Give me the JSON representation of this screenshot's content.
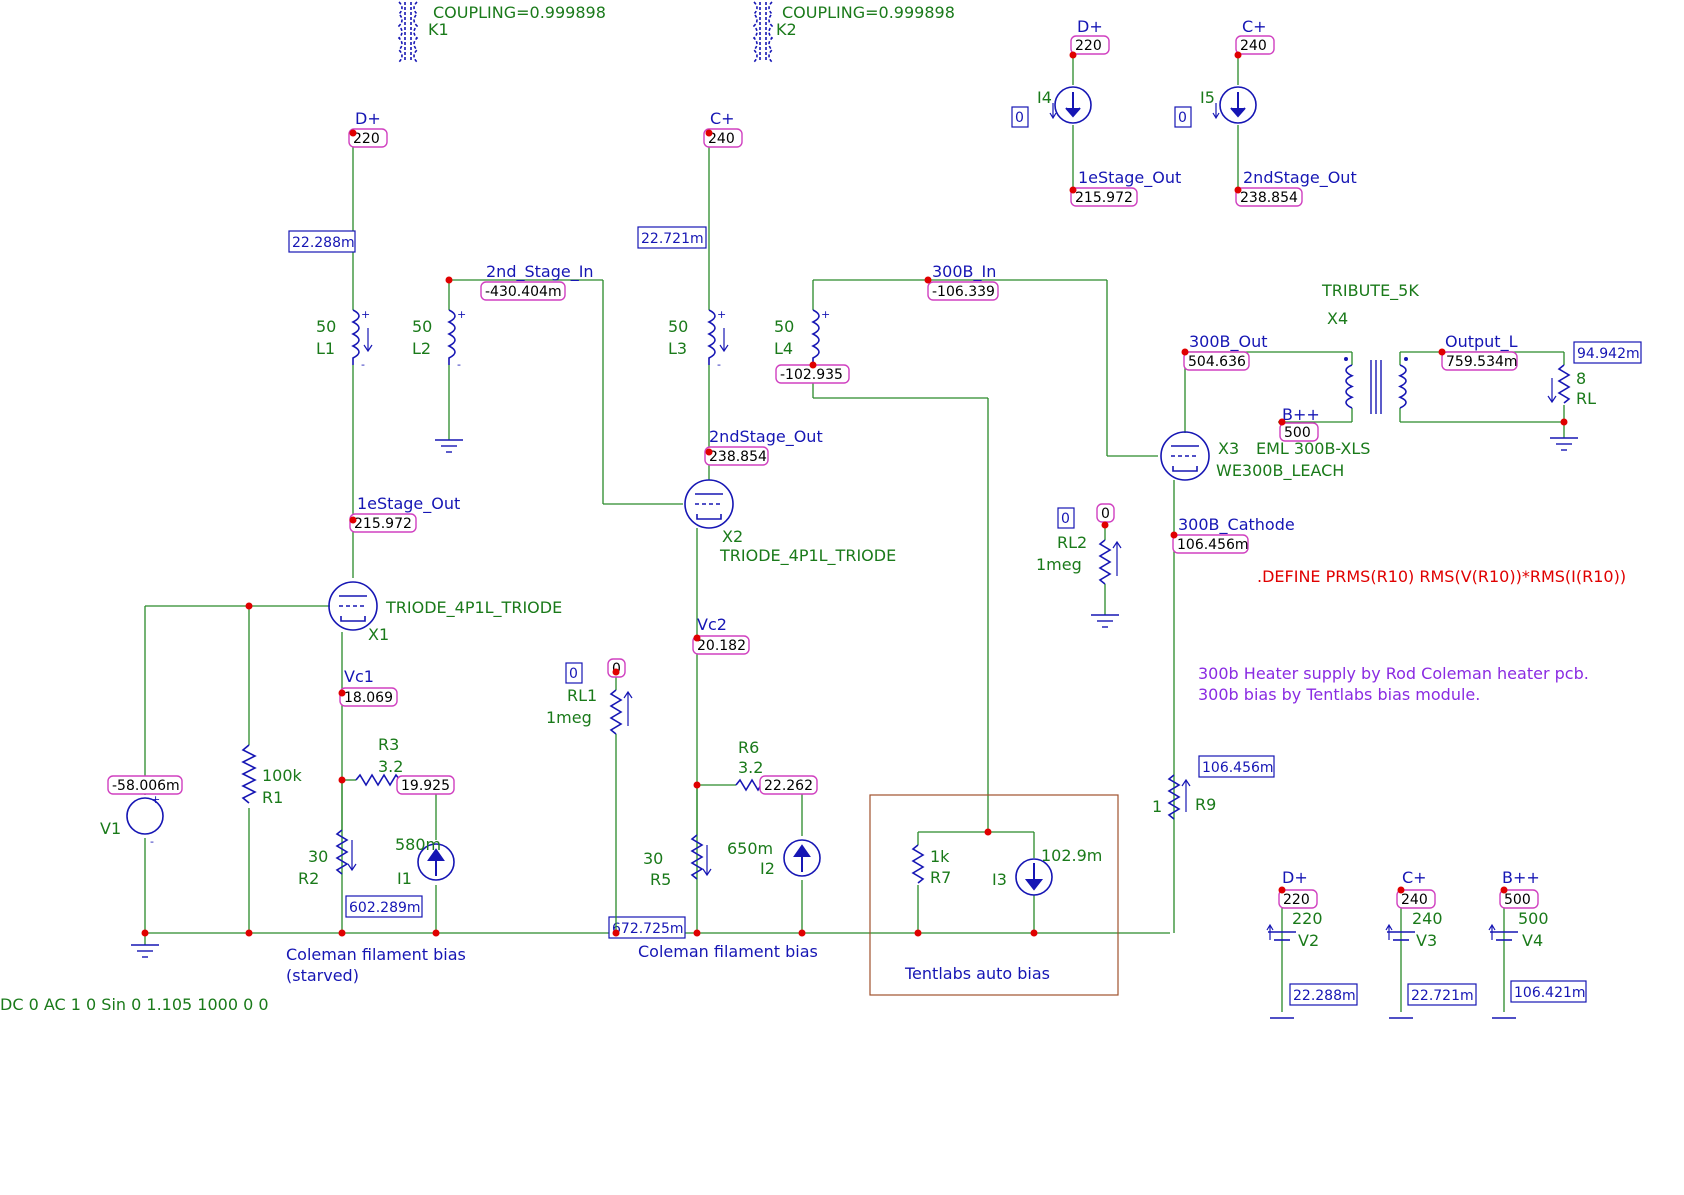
{
  "couplings": [
    {
      "ref": "K1",
      "value": "COUPLING=0.999898"
    },
    {
      "ref": "K2",
      "value": "COUPLING=0.999898"
    }
  ],
  "supplies_top": [
    {
      "net": "D+",
      "voltage": "220",
      "source": "I4",
      "zero": "0",
      "out_net": "1eStage_Out",
      "out_voltage": "215.972"
    },
    {
      "net": "C+",
      "voltage": "240",
      "source": "I5",
      "zero": "0",
      "out_net": "2ndStage_Out",
      "out_voltage": "238.854"
    }
  ],
  "stage1": {
    "supply_net": "D+",
    "supply_voltage": "220",
    "supply_current": "22.288m",
    "inductor_value": "50",
    "inductor_ref": "L1",
    "out_net": "1eStage_Out",
    "out_voltage": "215.972",
    "tube_ref": "X1",
    "tube_model": "TRIODE_4P1L_TRIODE",
    "cathode_net": "Vc1",
    "cathode_voltage": "18.069",
    "r3_ref": "R3",
    "r3_value": "3.2",
    "r3_node_voltage": "19.925",
    "r2_ref": "R2",
    "r2_value": "30",
    "i1_ref": "I1",
    "i1_value": "580m",
    "r2_current": "602.289m",
    "r1_ref": "R1",
    "r1_value": "100k",
    "v1_ref": "V1",
    "v1_voltage": "-58.006m",
    "note_line1": "Coleman filament bias",
    "note_line2": "(starved)"
  },
  "l2": {
    "value": "50",
    "ref": "L2",
    "net": "2nd_Stage_In",
    "voltage": "-430.404m"
  },
  "stage2": {
    "supply_net": "C+",
    "supply_voltage": "240",
    "supply_current": "22.721m",
    "inductor_value": "50",
    "inductor_ref": "L3",
    "out_net": "2ndStage_Out",
    "out_voltage": "238.854",
    "tube_ref": "X2",
    "tube_model": "TRIODE_4P1L_TRIODE",
    "cathode_net": "Vc2",
    "cathode_voltage": "20.182",
    "r6_ref": "R6",
    "r6_value": "3.2",
    "r6_node_voltage": "22.262",
    "r5_ref": "R5",
    "r5_value": "30",
    "i2_ref": "I2",
    "i2_value": "650m",
    "ground_current": "672.725m",
    "note": "Coleman filament bias"
  },
  "rl1": {
    "ref": "RL1",
    "value": "1meg",
    "zero_current": "0",
    "zero_voltage": "0"
  },
  "l4": {
    "value": "50",
    "ref": "L4",
    "voltage": "-102.935",
    "net": "300B_In",
    "net_voltage": "-106.339"
  },
  "output_stage": {
    "transformer_ref": "X4",
    "transformer_model": "TRIBUTE_5K",
    "out_net": "300B_Out",
    "out_voltage": "504.636",
    "bpp_net": "B++",
    "bpp_voltage": "500",
    "outl_net": "Output_L",
    "outl_voltage": "759.534m",
    "rl_value": "8",
    "rl_ref": "RL",
    "rl_current": "94.942m",
    "tube_ref": "X3",
    "tube_model": "EML 300B-XLS",
    "tube_sub": "WE300B_LEACH",
    "cathode_net": "300B_Cathode",
    "cathode_voltage": "106.456m",
    "r9_ref": "R9",
    "r9_value": "1",
    "r9_current": "106.456m"
  },
  "rl2": {
    "ref": "RL2",
    "value": "1meg",
    "zero_current": "0",
    "zero_voltage": "0"
  },
  "tentlabs": {
    "r7_ref": "R7",
    "r7_value": "1k",
    "i3_ref": "I3",
    "i3_value": "102.9m",
    "note": "Tentlabs auto bias"
  },
  "define": ".DEFINE PRMS(R10) RMS(V(R10))*RMS(I(R10))",
  "heater_notes": [
    "300b Heater supply by Rod Coleman heater pcb.",
    "300b bias by Tentlabs bias module."
  ],
  "supplies_bottom": [
    {
      "net": "D+",
      "voltage": "220",
      "value": "220",
      "ref": "V2",
      "current": "22.288m"
    },
    {
      "net": "C+",
      "voltage": "240",
      "value": "240",
      "ref": "V3",
      "current": "22.721m"
    },
    {
      "net": "B++",
      "voltage": "500",
      "value": "500",
      "ref": "V4",
      "current": "106.421m"
    }
  ],
  "v1_spec": "DC 0 AC 1 0 Sin 0 1.105 1000 0 0",
  "colors": {
    "wire": "#2a8a2a",
    "component": "#1616b4",
    "voltage_box": "#d040c0",
    "node": "#e00000",
    "define": "#e00000",
    "note": "#8a2be2",
    "frame": "#a0522d"
  }
}
